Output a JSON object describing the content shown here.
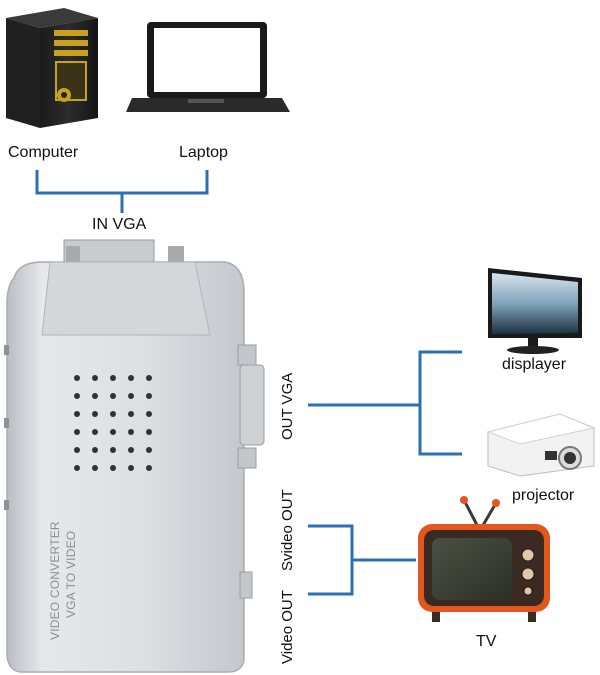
{
  "labels": {
    "computer": "Computer",
    "laptop": "Laptop",
    "in_vga": "IN VGA",
    "out_vga": "OUT VGA",
    "svideo_out": "Svideo OUT",
    "video_out": "Video OUT",
    "displayer": "displayer",
    "projector": "projector",
    "tv": "TV"
  },
  "device": {
    "line1": "VIDEO CONVERTER",
    "line2": "VGA TO VIDEO"
  },
  "colors": {
    "connector_line": "#2b6fb6",
    "device_body": "#d9dcdf",
    "tv_frame": "#e4571c",
    "computer_accent": "#c8a21d"
  }
}
